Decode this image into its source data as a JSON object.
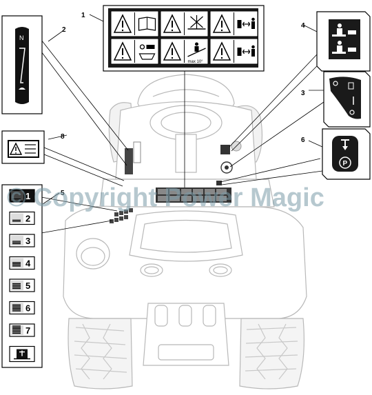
{
  "callouts": {
    "n1": "1",
    "n2": "2",
    "n3": "3",
    "n4": "4",
    "n5": "5",
    "n6": "6",
    "n8": "8"
  },
  "decal_1": {
    "speed_text": "max 10°"
  },
  "decal_5": {
    "gears": [
      "1",
      "2",
      "3",
      "4",
      "5",
      "6",
      "7"
    ]
  },
  "watermark": "© Copyright Power Magic",
  "icons": [
    "warning-triangle-icon",
    "manual-book-icon",
    "arrow-distance-icon",
    "person-icon",
    "parking-brake-icon",
    "arrow-down-icon"
  ]
}
